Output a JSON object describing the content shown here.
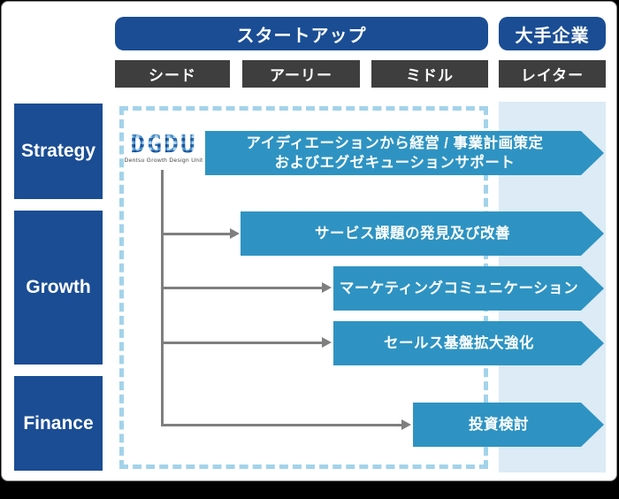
{
  "header": {
    "startup": "スタートアップ",
    "enterprise": "大手企業"
  },
  "stages": [
    {
      "label": "シード"
    },
    {
      "label": "アーリー"
    },
    {
      "label": "ミドル"
    },
    {
      "label": "レイター"
    }
  ],
  "categories": [
    {
      "label": "Strategy"
    },
    {
      "label": "Growth"
    },
    {
      "label": "Finance"
    }
  ],
  "logo": {
    "text": "DGDU",
    "subtext": "Dentsu Growth Design Unit"
  },
  "banners": [
    {
      "line1": "アイディエーションから経営 / 事業計画策定",
      "line2": "およびエグゼキューションサポート"
    },
    {
      "line1": "サービス課題の発見及び改善"
    },
    {
      "line1": "マーケティングコミュニケーション"
    },
    {
      "line1": "セールス基盤拡大強化"
    },
    {
      "line1": "投資検討"
    }
  ],
  "colors": {
    "primary_blue": "#1a4d94",
    "stage_gray": "#3e3e3e",
    "banner_teal": "#2e93c2",
    "later_column_bg": "#dcebf5",
    "dashed_border": "#a3d3ea",
    "connector_gray": "#7f7f7f"
  }
}
